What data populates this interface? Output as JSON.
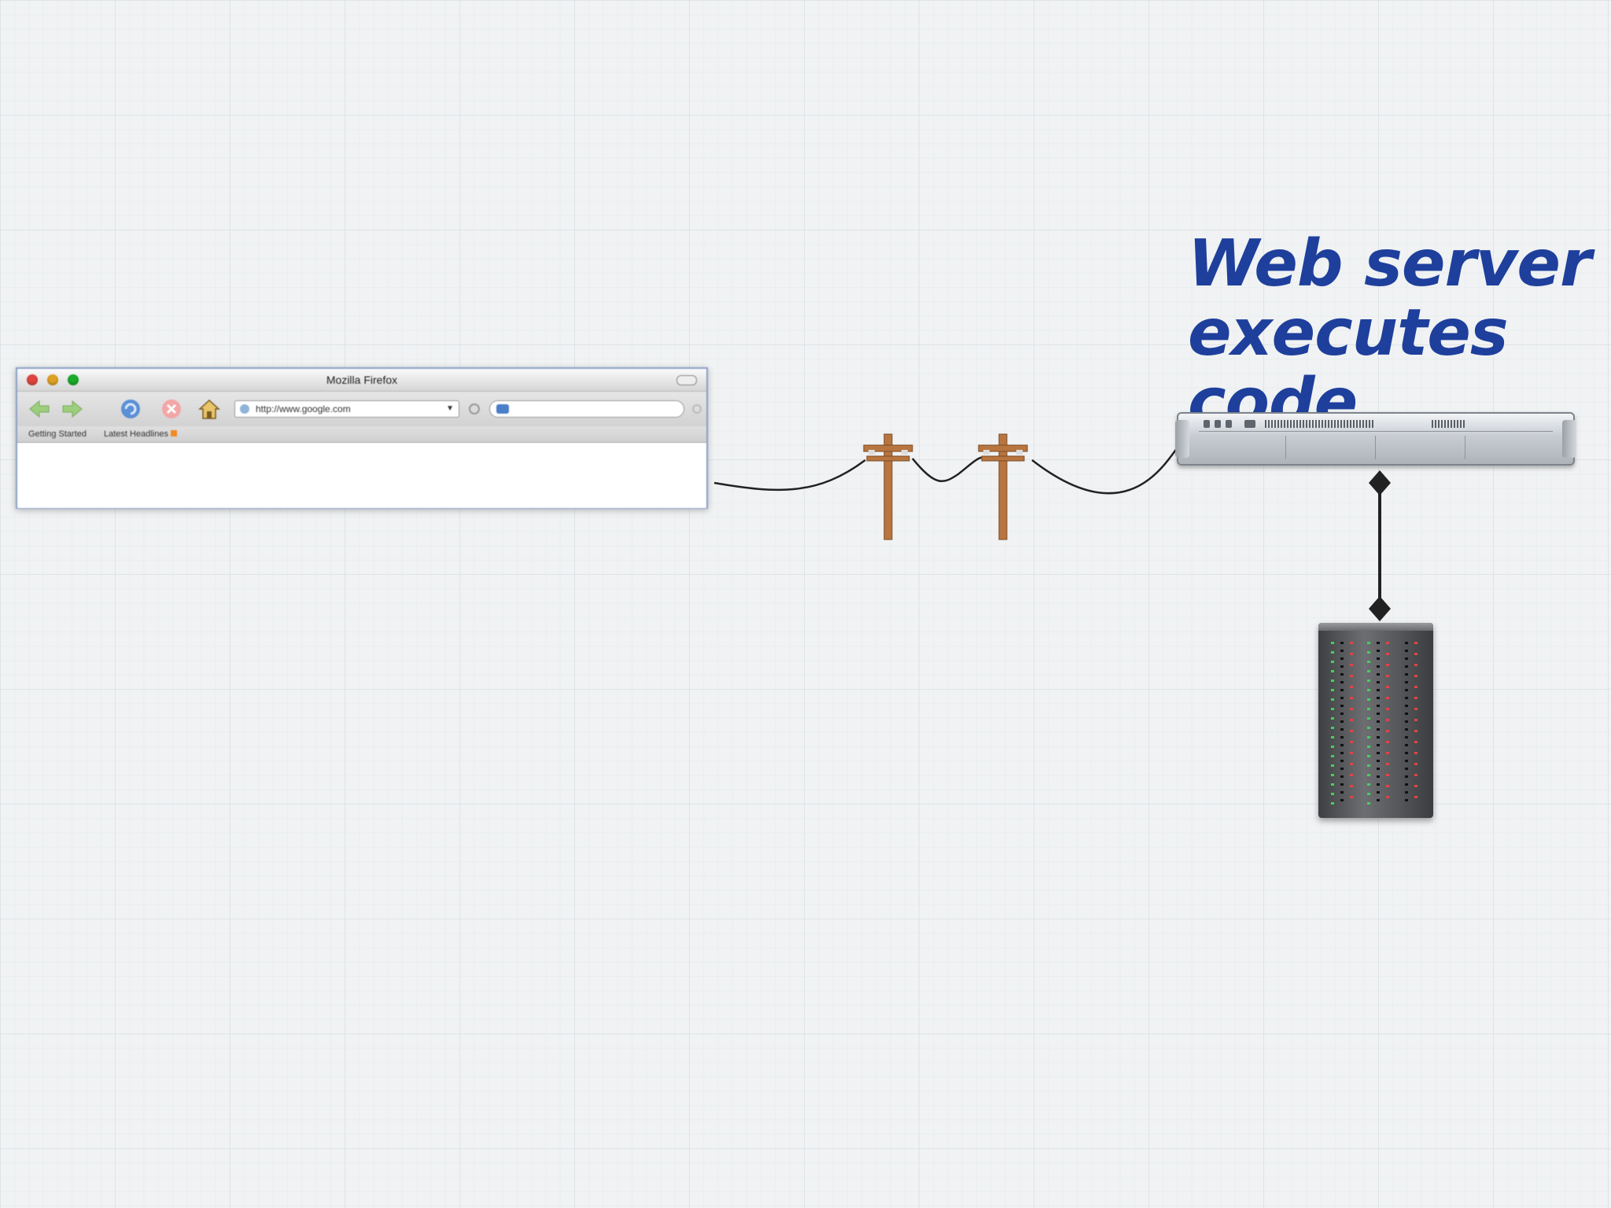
{
  "slide": {
    "title_lines": [
      "Web server",
      "executes code"
    ]
  },
  "browser": {
    "window_title": "Mozilla Firefox",
    "url": "http://www.google.com",
    "bookmarks": [
      "Getting Started",
      "Latest Headlines"
    ],
    "icons": [
      "close-icon",
      "minimize-icon",
      "zoom-icon",
      "back-arrow-icon",
      "forward-arrow-icon",
      "reload-icon",
      "stop-icon",
      "home-icon",
      "globe-icon",
      "dropdown-arrow-icon",
      "go-icon",
      "search-engine-icon",
      "throbber-icon",
      "rss-icon"
    ]
  },
  "diagram": {
    "nodes": [
      "web-browser",
      "telephone-pole",
      "telephone-pole",
      "web-server",
      "database-server"
    ],
    "colors": {
      "title": "#1e3f9c",
      "cable": "#222222",
      "pole_wood": "#b8753f"
    }
  }
}
